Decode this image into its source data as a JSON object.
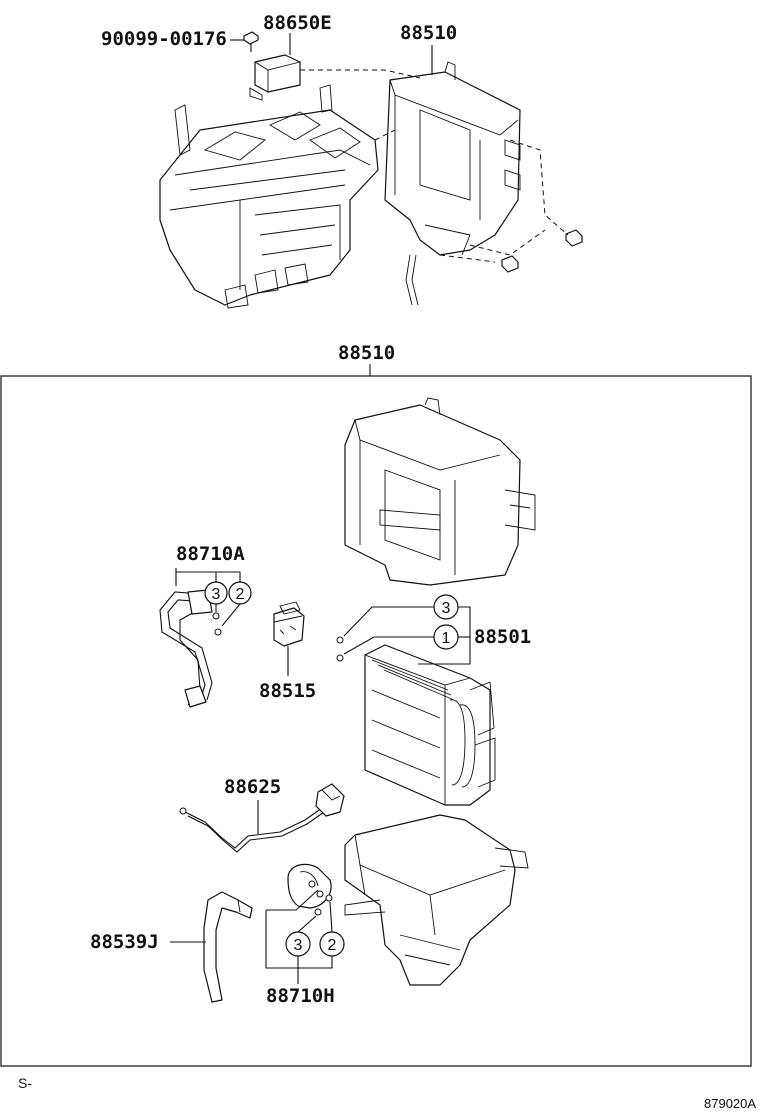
{
  "labels": {
    "screw_top": "90099-00176",
    "amplifier": "88650E",
    "unit_top": "88510",
    "unit_box": "88510",
    "tube_a": "88710A",
    "valve": "88515",
    "evaporator": "88501",
    "thermistor": "88625",
    "hose": "88539J",
    "tube_h": "88710H",
    "corner_left": "S-",
    "figure_code": "879020A"
  },
  "callouts": {
    "a_3": "3",
    "a_2": "2",
    "evap_3": "3",
    "evap_1": "1",
    "h_3": "3",
    "h_2": "2"
  }
}
